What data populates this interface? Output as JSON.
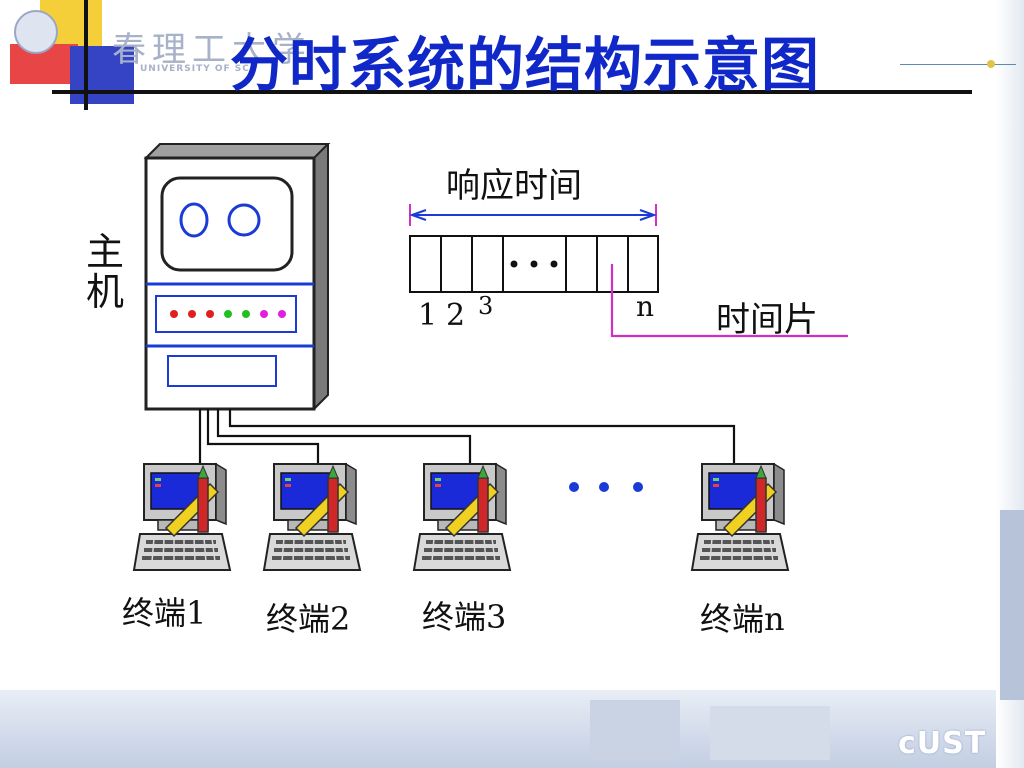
{
  "header": {
    "title": "分时系统的结构示意图",
    "logo_cn": "春理工大学",
    "logo_en": "UNIVERSITY OF SCI"
  },
  "host": {
    "label": "主机"
  },
  "response_time": {
    "label": "响应时间",
    "slot_labels": [
      "1",
      "2",
      "3",
      "n"
    ],
    "ellipsis": "•••",
    "slice_label": "时间片"
  },
  "terminals": [
    {
      "label": "终端1"
    },
    {
      "label": "终端2"
    },
    {
      "label": "终端3"
    },
    {
      "label": "终端n"
    }
  ],
  "footer": {
    "brand": "cUST"
  },
  "colors": {
    "title": "#1028c8",
    "host_stroke": "#1a3bd6",
    "arrow": "#1a3bd6",
    "slice_pointer": "#d030c8",
    "screen": "#1a2ad8"
  }
}
